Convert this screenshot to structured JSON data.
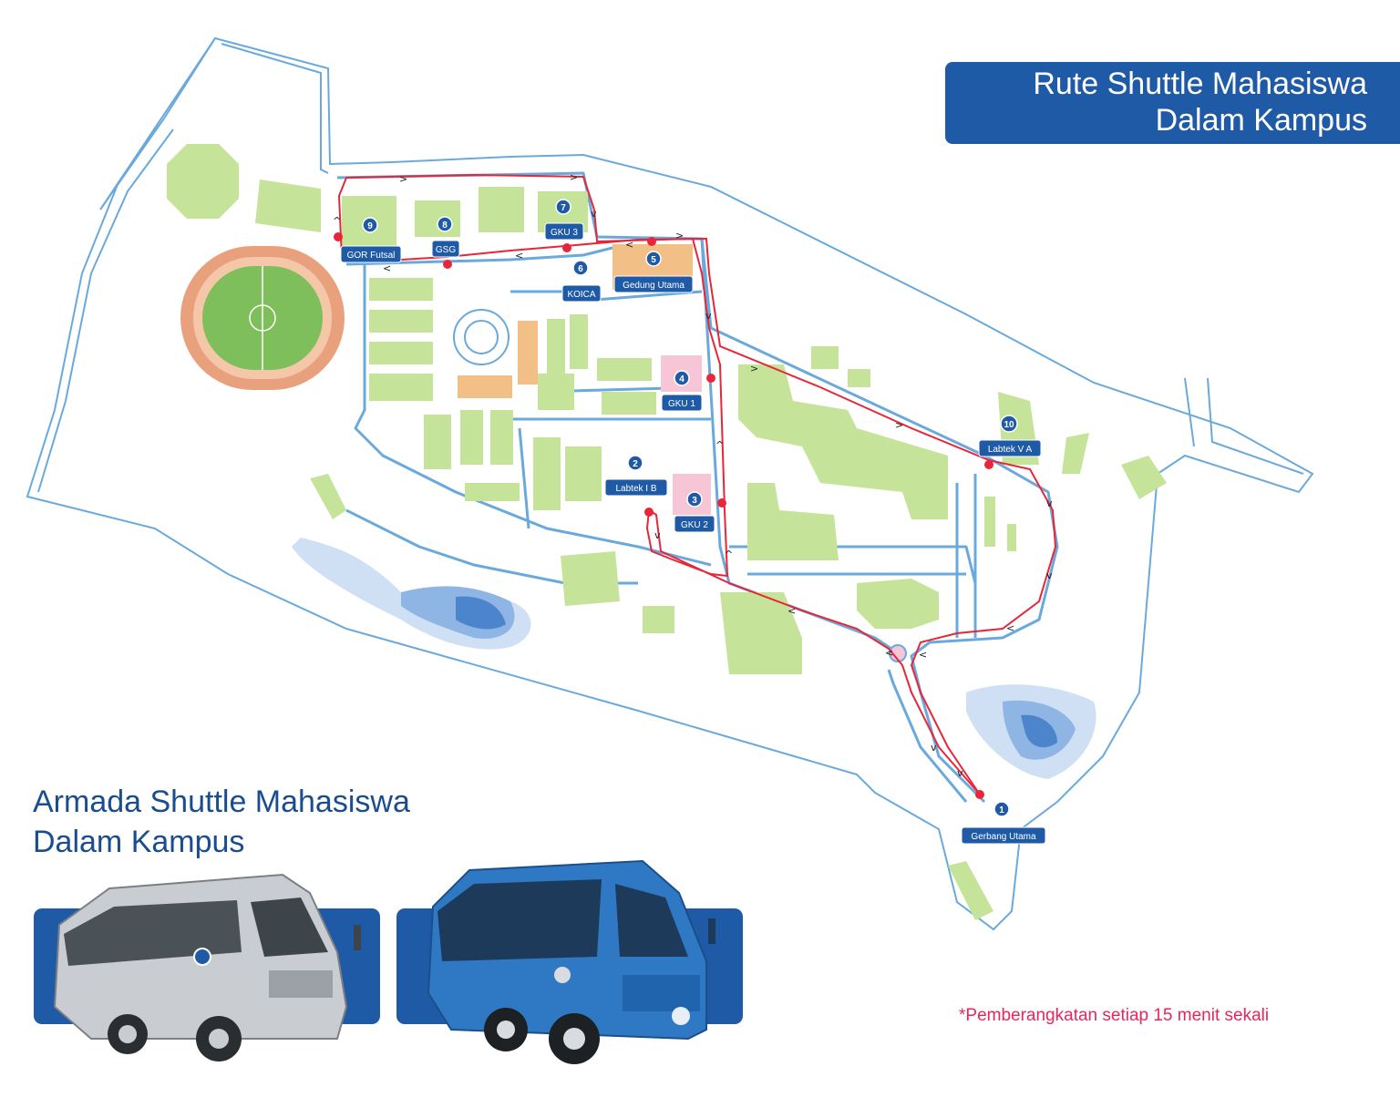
{
  "title": {
    "line1": "Rute Shuttle Mahasiswa",
    "line2": "Dalam Kampus"
  },
  "fleet": {
    "line1": "Armada Shuttle Mahasiswa",
    "line2": "Dalam Kampus"
  },
  "note": "*Pemberangkatan setiap 15 menit sekali",
  "colors": {
    "brand_blue": "#1f5aa6",
    "route_red": "#e8263a",
    "road_outline": "#6aa9dc",
    "building_green": "#c6e39a",
    "building_orange": "#f2bf87",
    "building_pink": "#f6c5d6",
    "track": "#e9a07d",
    "water": "#8fb5e4"
  },
  "stops": [
    {
      "num": "1",
      "name": "Gerbang Utama"
    },
    {
      "num": "2",
      "name": "Labtek I B"
    },
    {
      "num": "3",
      "name": "GKU 2"
    },
    {
      "num": "4",
      "name": "GKU 1"
    },
    {
      "num": "5",
      "name": "Gedung Utama"
    },
    {
      "num": "6",
      "name": "KOICA"
    },
    {
      "num": "7",
      "name": "GKU 3"
    },
    {
      "num": "8",
      "name": "GSG"
    },
    {
      "num": "9",
      "name": "GOR Futsal"
    },
    {
      "num": "10",
      "name": "Labtek V A"
    }
  ],
  "vehicles": [
    {
      "name": "silver-shuttle-van",
      "color": "#c9ccd1"
    },
    {
      "name": "blue-shuttle-van",
      "color": "#2f78c4"
    }
  ]
}
